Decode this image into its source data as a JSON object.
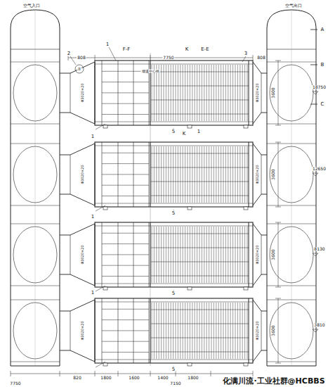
{
  "diagram": {
    "labels": [
      "空气入口",
      "空气出口",
      "A",
      "B",
      "C",
      "F-F",
      "E-E",
      "1",
      "2",
      "II",
      "3",
      "K",
      "K",
      "808",
      "808",
      "7750",
      "烟道中心线",
      "5",
      "5",
      "5",
      "5",
      "1",
      "1",
      "1",
      "1",
      "Φ3020×20",
      "Φ3020×20",
      "Φ3020×20",
      "Φ3020×20",
      "Φ3020×20",
      "Φ3020×20",
      "Φ3020×20",
      "Φ3020×20",
      "3600",
      "3600",
      "3600",
      "3600",
      "18750",
      "12650",
      "8130",
      "3810",
      "820",
      "1800",
      "1600",
      "1400",
      "1800",
      "7150",
      "7750",
      "化满川流·工业社群@HCBBS"
    ]
  }
}
